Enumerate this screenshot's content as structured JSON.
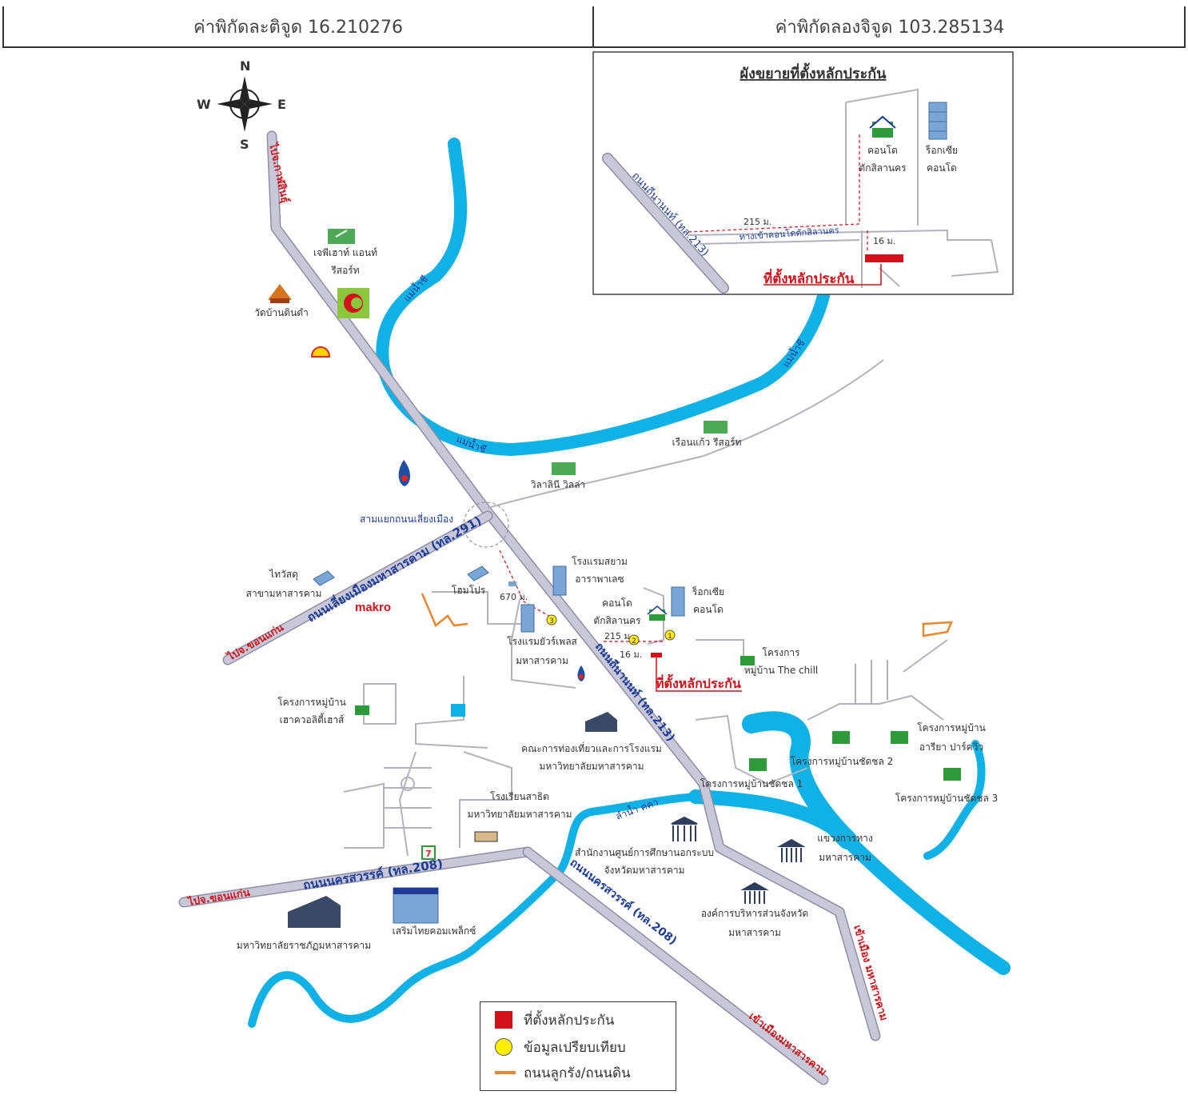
{
  "header": {
    "lat_label": "ค่าพิกัดละติจูด 16.210276",
    "lon_label": "ค่าพิกัดลองจิจูด 103.285134"
  },
  "compass": {
    "n": "N",
    "s": "S",
    "e": "E",
    "w": "W"
  },
  "inset": {
    "title": "ผังขยายที่ตั้งหลักประกัน",
    "road_label": "ถนนถีนานนท์ (ทล.213)",
    "access_road": "ทางเข้าคอนโดตักสิลานคร",
    "dist_215": "215 ม.",
    "dist_16": "16 ม.",
    "condo1_line1": "คอนโด",
    "condo1_line2": "ตักสิลานคร",
    "condo2_line1": "ร็อกเซีย",
    "condo2_line2": "คอนโด",
    "collateral": "ที่ตั้งหลักประกัน"
  },
  "rivers": {
    "label1": "แม่น้ำชี",
    "label2": "แม่น้ำชี",
    "label3": "แม่น้ำชี",
    "label4": "ลำน้ำ คคา"
  },
  "roads": {
    "to_kalasin": "ไปจ.กาฬสินธุ์",
    "bypass": "ถนนเลี่ยงเมืองมหาสารคาม (ทล.291)",
    "to_khonkaen": "ไปจ.ขอนแก่น",
    "thinanon": "ถนนถีนานนท์ (ทล.213)",
    "nakhon_sawan_1": "ถนนนครสวรรค์ (ทล.208)",
    "nakhon_sawan_2": "ถนนนครสวรรค์ (ทล.208)",
    "to_khonkaen_2": "ไปจ.ขอนแก่น",
    "to_city_1": "เข้าเมือง มหาสารคาม",
    "to_city_2": "เข้าเมืองมหาสารคาม"
  },
  "places": {
    "jp_house_1": "เจพีเฮาท์ แอนท์",
    "jp_house_2": "รีสอร์ท",
    "wat": "วัดบ้านดินดำ",
    "ruean_kaeo": "เรือนแก้ว รีสอร์ท",
    "villa": "วิลาลินี วิลล่า",
    "junction": "สามแยกถนนเลี่ยงเมือง",
    "thaiwatsadu_1": "ไทวัสดุ",
    "thaiwatsadu_2": "สาขามหาสารคาม",
    "makro": "makro",
    "home_pro": "โฮมโปร",
    "dist_670": "670 ม.",
    "siam_hotel_1": "โรงแรมสยาม",
    "siam_hotel_2": "อาราพาเลซ",
    "condo_1": "คอนโด",
    "condo_2": "ตักสิลานคร",
    "rocksia_1": "ร็อกเซีย",
    "rocksia_2": "คอนโด",
    "dist_215": "215 ม.",
    "dist_16": "16 ม.",
    "hotel_2_1": "โรงแรมยัวร์เพลส",
    "hotel_2_2": "มหาสารคาม",
    "collateral": "ที่ตั้งหลักประกัน",
    "the_chill_1": "โครงการ",
    "the_chill_2": "หมู่บ้าน The chill",
    "village_1": "โครงการหมู่บ้าน",
    "village_2": "เฮาควอลิตี้เฮาส์",
    "faculty_1": "คณะการท่องเที่ยวและการโรงแรม",
    "faculty_2": "มหาวิทยาลัยมหาสารคาม",
    "school_1": "โรงเรียนสาธิต",
    "school_2": "มหาวิทยาลัยมหาสารคาม",
    "office_1": "สำนักงานศูนย์การศึกษานอกระบบ",
    "office_2": "จังหวัดมหาสารคาม",
    "highway_1": "แขวงการทาง",
    "highway_2": "มหาสารคาม",
    "pao_1": "องค์การบริหารส่วนจังหวัด",
    "pao_2": "มหาสารคาม",
    "rajabhat": "มหาวิทยาลัยราชภัฏมหาสารคาม",
    "serm_thai": "เสริมไทยคอมเพล็กซ์",
    "charoen_1": "โครงการหมู่บ้านชัดชล 1",
    "charoen_2": "โครงการหมู่บ้านชัดชล 2",
    "charoen_3": "โครงการหมู่บ้านชัดชล 3",
    "ariya_1": "โครงการหมู่บ้าน",
    "ariya_2": "อารียา ปาร์ควิว",
    "soi_label": "มหาสารคาม",
    "marker_1": "1",
    "marker_2": "2",
    "marker_3": "3",
    "seven": "7"
  },
  "legend": {
    "collateral": "ที่ตั้งหลักประกัน",
    "comparison": "ข้อมูลเปรียบเทียบ",
    "laterite": "ถนนลูกรัง/ถนนดิน"
  },
  "colors": {
    "river": "#0fb1e6",
    "road_fill": "#c9c8d8",
    "road_edge": "#8e8ea6",
    "collateral": "#d3111a",
    "comparison": "#ffee00",
    "laterite": "#e8872d",
    "label_blue": "#1e3c96"
  }
}
